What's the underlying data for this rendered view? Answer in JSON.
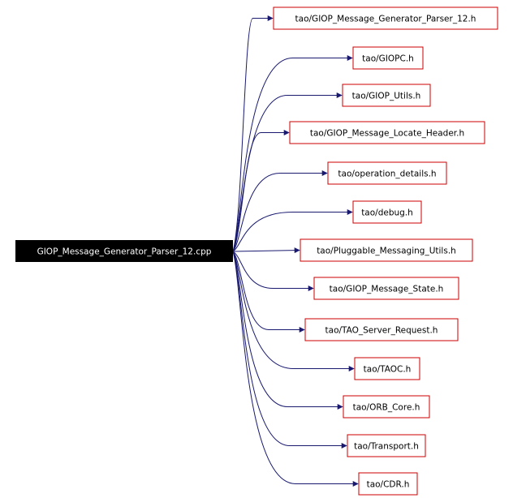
{
  "diagram": {
    "source": {
      "label": "GIOP_Message_Generator_Parser_12.cpp"
    },
    "targets": [
      {
        "label": "tao/GIOP_Message_Generator_Parser_12.h"
      },
      {
        "label": "tao/GIOPC.h"
      },
      {
        "label": "tao/GIOP_Utils.h"
      },
      {
        "label": "tao/GIOP_Message_Locate_Header.h"
      },
      {
        "label": "tao/operation_details.h"
      },
      {
        "label": "tao/debug.h"
      },
      {
        "label": "tao/Pluggable_Messaging_Utils.h"
      },
      {
        "label": "tao/GIOP_Message_State.h"
      },
      {
        "label": "tao/TAO_Server_Request.h"
      },
      {
        "label": "tao/TAOC.h"
      },
      {
        "label": "tao/ORB_Core.h"
      },
      {
        "label": "tao/Transport.h"
      },
      {
        "label": "tao/CDR.h"
      }
    ],
    "colors": {
      "source_fill": "#000000",
      "source_text": "#ffffff",
      "target_border": "#cc0000",
      "target_fill": "#ffffff",
      "target_text": "#000000",
      "edge": "#191970"
    }
  }
}
